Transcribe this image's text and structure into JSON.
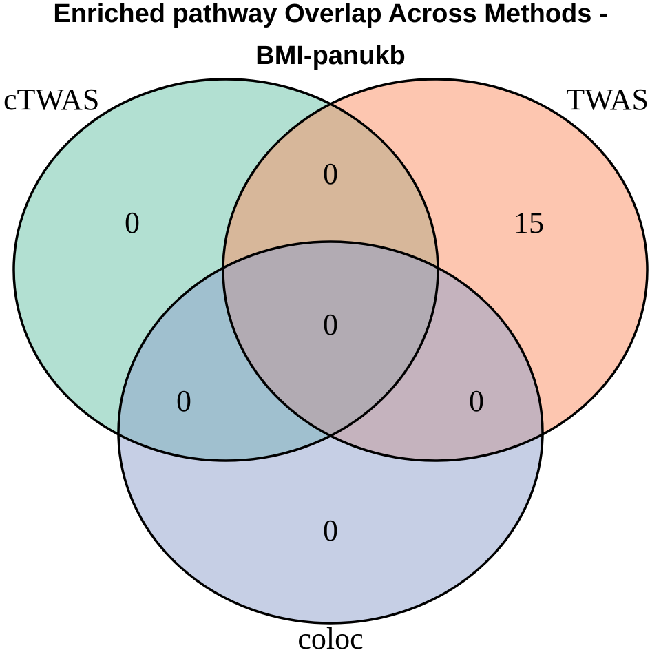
{
  "title": {
    "line1": "Enriched pathway Overlap Across Methods -",
    "line2": "BMI-panukb"
  },
  "sets": [
    {
      "id": "ctwas",
      "label": "cTWAS",
      "color": "#66C2A5"
    },
    {
      "id": "twas",
      "label": "TWAS",
      "color": "#FC8D62"
    },
    {
      "id": "coloc",
      "label": "coloc",
      "color": "#8DA0CB"
    }
  ],
  "counts": {
    "ctwas_only": "0",
    "twas_only": "15",
    "coloc_only": "0",
    "ctwas_twas": "0",
    "ctwas_coloc": "0",
    "twas_coloc": "0",
    "all_three": "0"
  }
}
